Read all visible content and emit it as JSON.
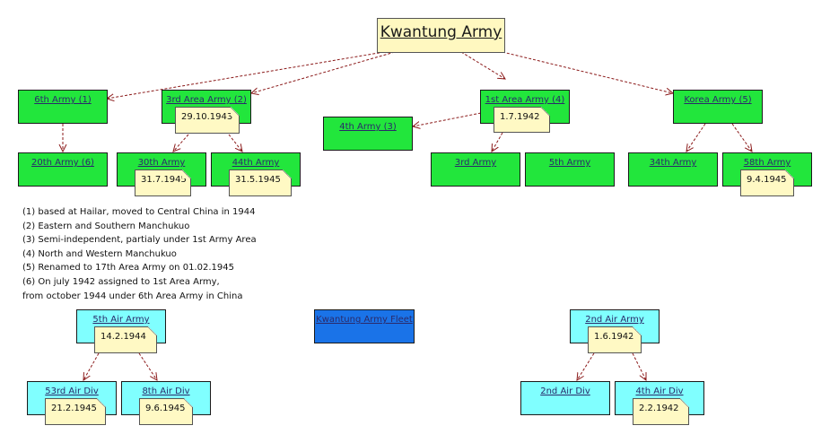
{
  "nodes": {
    "kwantung_army": "Kwantung Army",
    "army_6": "6th Army (1)",
    "area_army_3": "3rd Area Army (2)",
    "army_4": "4th Army (3)",
    "area_army_1": "1st Area Army (4)",
    "korea_army": "Korea Army (5)",
    "army_20": "20th Army (6)",
    "army_30": "30th Army",
    "army_44": "44th Army",
    "army_3": "3rd Army",
    "army_5": "5th Army",
    "army_34": "34th Army",
    "army_58": "58th Army",
    "air_army_5": "5th Air Army",
    "fleet": "Kwantung Army Fleet",
    "air_army_2": "2nd Air Army",
    "air_div_53": "53rd Air Div",
    "air_div_8": "8th Air Div",
    "air_div_2": "2nd Air Div",
    "air_div_4": "4th Air Div"
  },
  "dates": {
    "area_army_3": "29.10.1943",
    "area_army_1": "1.7.1942",
    "army_30": "31.7.1945",
    "army_44": "31.5.1945",
    "army_58": "9.4.1945",
    "air_army_5": "14.2.1944",
    "air_army_2": "1.6.1942",
    "air_div_53": "21.2.1945",
    "air_div_8": "9.6.1945",
    "air_div_4": "2.2.1942"
  },
  "notes": [
    "(1) based at Hailar, moved to Central China in 1944",
    "(2) Eastern and Southern Manchukuo",
    "(3) Semi-independent, partialy under 1st Army Area",
    "(4) North and Western Manchukuo",
    "(5) Renamed to 17th Area Army on 01.02.1945",
    "(6) On july 1942 assigned to 1st Area Army,",
    "from october 1944 under 6th Area Army in China"
  ],
  "colors": {
    "army": "#22e63c",
    "air": "#80ffff",
    "fleet": "#1a73e8",
    "root": "#fff8c0",
    "note": "#fff9c4",
    "edge": "#8b1a1a"
  }
}
